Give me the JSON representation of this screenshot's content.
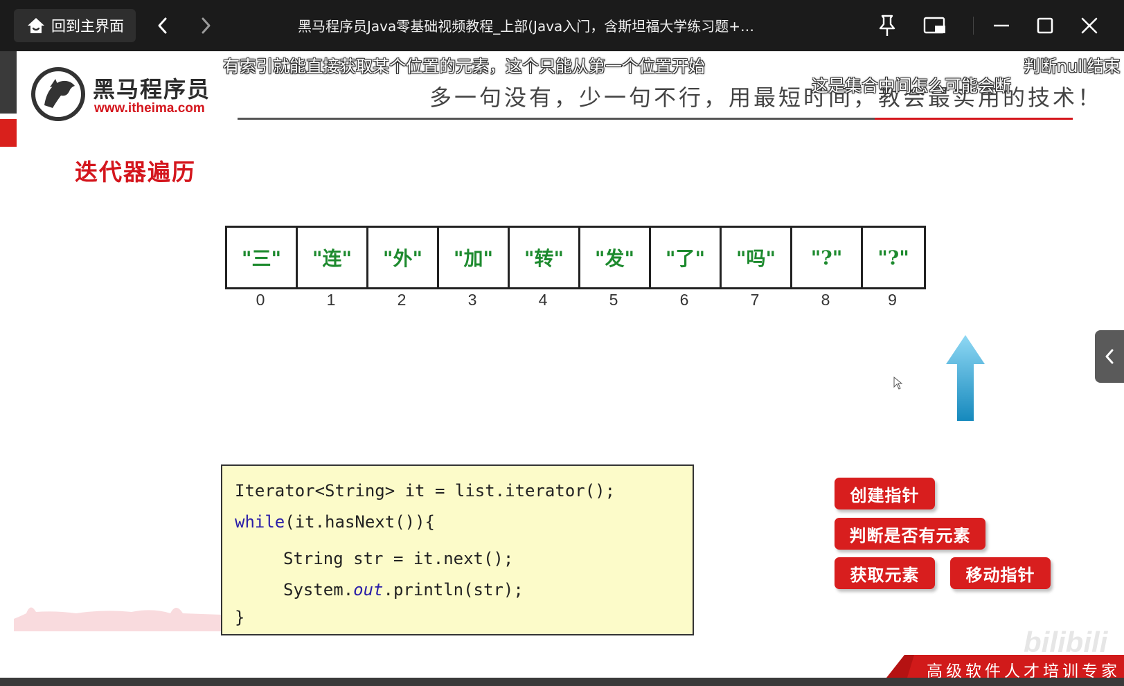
{
  "titlebar": {
    "home_label": "回到主界面",
    "title": "黑马程序员Java零基础视频教程_上部(Java入门，含斯坦福大学练习题+…"
  },
  "slide": {
    "logo": {
      "brand": "黑马程序员",
      "url": "www.itheima.com"
    },
    "slogan": "多一句没有，少一句不行，用最短时间，教会最实用的技术！",
    "section_title": "迭代器遍历",
    "array_cells": [
      "\"三\"",
      "\"连\"",
      "\"外\"",
      "\"加\"",
      "\"转\"",
      "\"发\"",
      "\"了\"",
      "\"吗\"",
      "\"?\"",
      "\"?\""
    ],
    "indices": [
      "0",
      "1",
      "2",
      "3",
      "4",
      "5",
      "6",
      "7",
      "8",
      "9"
    ],
    "code": {
      "line1": "Iterator<String> it = list.iterator();",
      "line2_kw": "while",
      "line2_rest": "(it.hasNext()){",
      "line3": "String str = it.next();",
      "line4_a": "System.",
      "line4_b": "out",
      "line4_c": ".println(str);",
      "line5": "}"
    },
    "steps": {
      "create_pointer": "创建指针",
      "check_element": "判断是否有元素",
      "get_element": "获取元素",
      "move_pointer": "移动指针"
    },
    "footer": "高级软件人才培训专家",
    "watermark": "bilibili"
  },
  "subtitles": {
    "main": "有索引就能直接获取某个位置的元素，这个只能从第一个位置开始",
    "right_a": "判断null结束",
    "right_b": "这是集合中间怎么可能会断"
  },
  "colors": {
    "accent_red": "#d4161d",
    "button_red": "#d81e1e",
    "array_text": "#1d8a2e",
    "code_bg": "#fcfbc9",
    "arrow_top": "#7fd0f0",
    "arrow_bottom": "#1a8fc0"
  },
  "icons": [
    "home-icon",
    "back-icon",
    "forward-icon",
    "pin-icon",
    "pip-icon",
    "minimize-icon",
    "maximize-icon",
    "close-icon",
    "chevron-left-icon",
    "up-arrow-icon",
    "cursor-icon"
  ]
}
